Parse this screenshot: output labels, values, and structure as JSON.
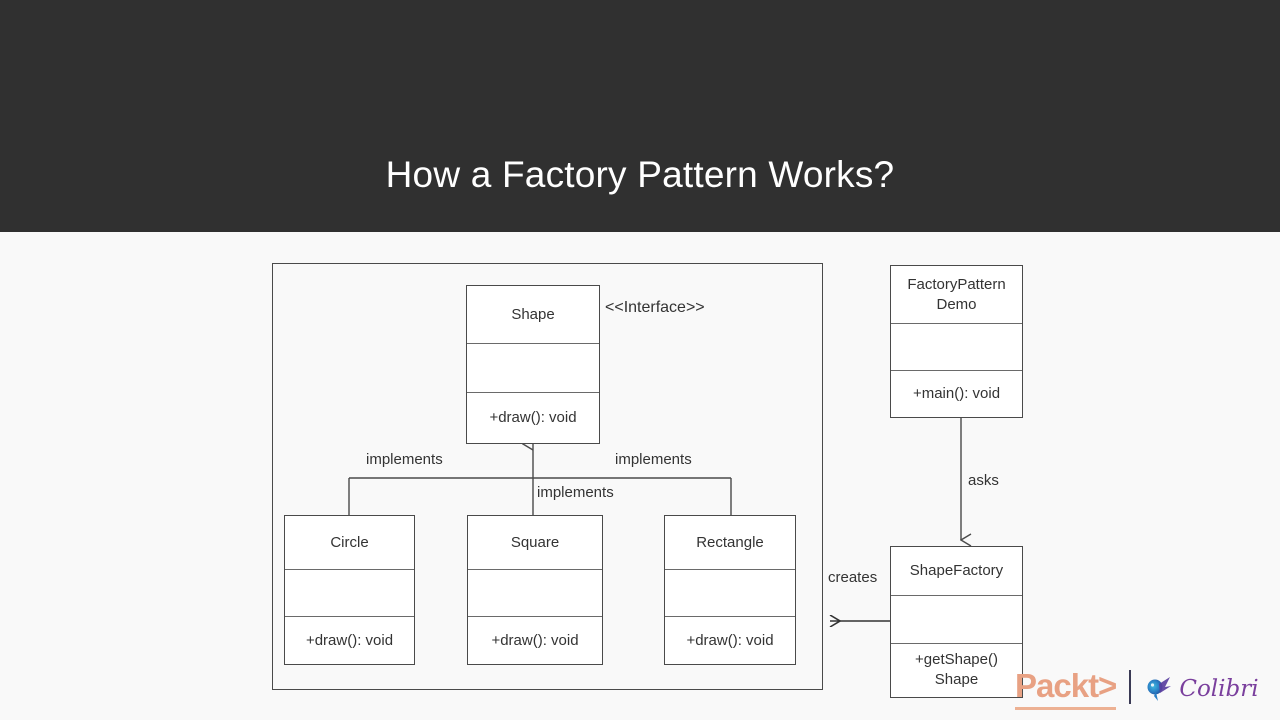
{
  "header": {
    "title": "How a Factory Pattern Works?",
    "background_color": "#303030",
    "text_color": "#ffffff"
  },
  "body": {
    "background_color": "#f9f9f9"
  },
  "diagram": {
    "type": "uml-class-diagram",
    "line_color": "#4a4a4a",
    "text_color": "#333333",
    "stereotype": "<<Interface>>",
    "group_frame_name": "shape-hierarchy-frame",
    "classes": [
      {
        "id": "shape",
        "name": "Shape",
        "attributes": "",
        "operations": "+draw(): void"
      },
      {
        "id": "circle",
        "name": "Circle",
        "attributes": "",
        "operations": "+draw(): void"
      },
      {
        "id": "square",
        "name": "Square",
        "attributes": "",
        "operations": "+draw(): void"
      },
      {
        "id": "rectangle",
        "name": "Rectangle",
        "attributes": "",
        "operations": "+draw(): void"
      },
      {
        "id": "factory-pattern-demo",
        "name": "FactoryPattern\nDemo",
        "attributes": "",
        "operations": "+main(): void"
      },
      {
        "id": "shape-factory",
        "name": "ShapeFactory",
        "attributes": "",
        "operations": "+getShape()\nShape"
      }
    ],
    "relationships": [
      {
        "id": "circle-implements-shape",
        "label": "implements",
        "from": "Circle",
        "to": "Shape",
        "kind": "realization"
      },
      {
        "id": "square-implements-shape",
        "label": "implements",
        "from": "Square",
        "to": "Shape",
        "kind": "realization"
      },
      {
        "id": "rectangle-implements-shape",
        "label": "implements",
        "from": "Rectangle",
        "to": "Shape",
        "kind": "realization"
      },
      {
        "id": "demo-asks-factory",
        "label": "asks",
        "from": "FactoryPatternDemo",
        "to": "ShapeFactory",
        "kind": "association"
      },
      {
        "id": "factory-creates-shapes",
        "label": "creates",
        "from": "ShapeFactory",
        "to": "Shape hierarchy",
        "kind": "association"
      }
    ]
  },
  "branding": {
    "packt_label": "Packt>",
    "packt_color": "#e8a183",
    "colibri_label": "Colibri",
    "colibri_color": "#7a3f9d",
    "hummingbird_icon": "hummingbird-icon"
  }
}
